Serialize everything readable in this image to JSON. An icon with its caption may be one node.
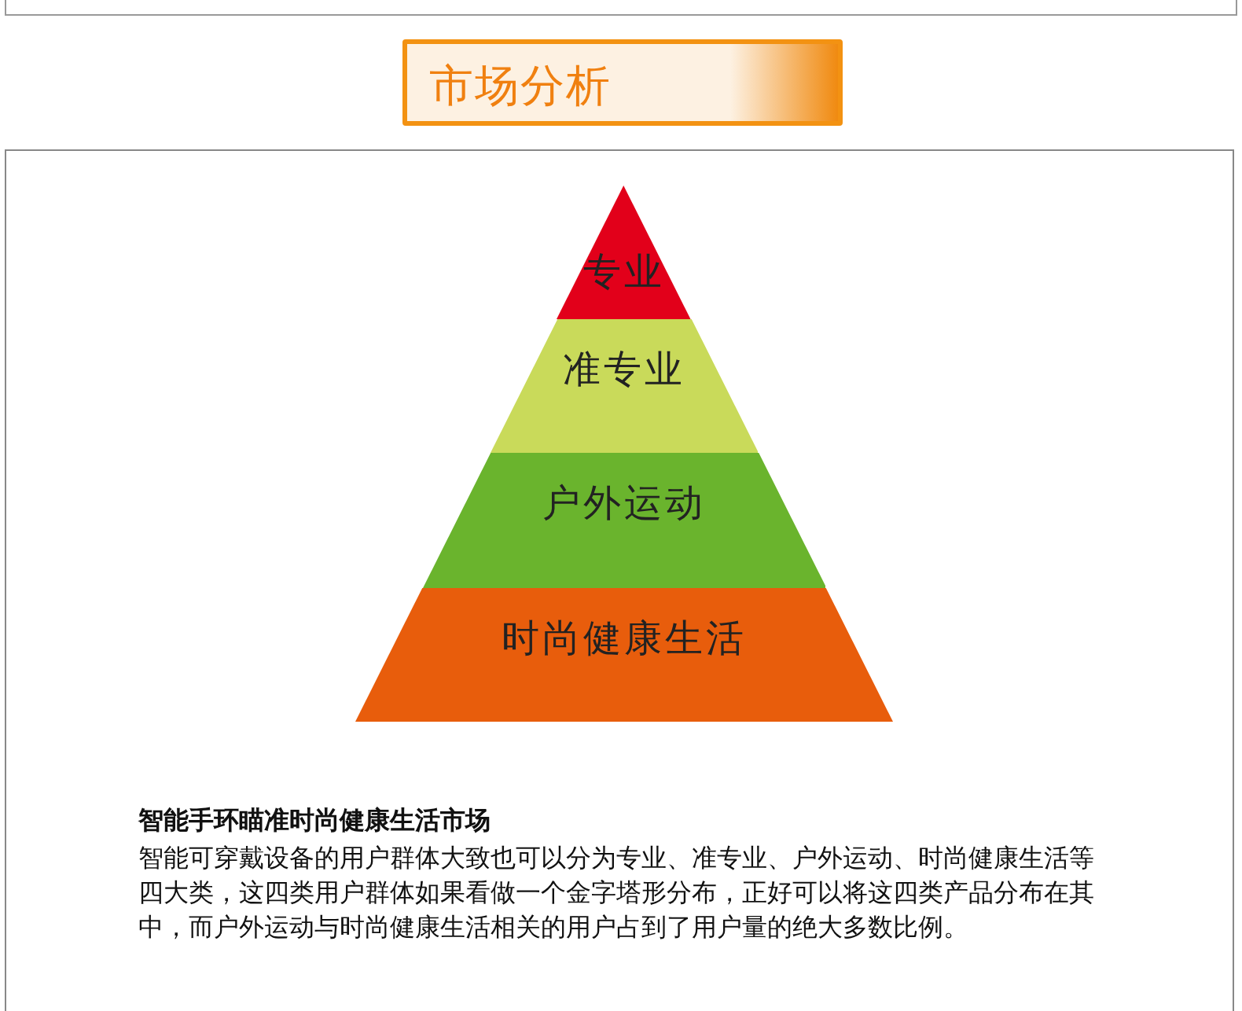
{
  "diagram": {
    "title": "市场分析",
    "nodes": [
      {
        "text": [
          "专业"
        ]
      },
      {
        "text": [
          "准专业"
        ]
      },
      {
        "text": [
          "户外运动"
        ]
      },
      {
        "text": [
          "时尚健康生活"
        ]
      }
    ],
    "edges": [],
    "labels": [
      "智能手环瞄准时尚健康生活市场",
      "智能可穿戴设备的用户群体大致也可以分为专业、准专业、户外运动、时尚健康生活等四大类，这四类用户群体如果看做一个金字塔形分布，正好可以将这四类产品分布在其中，而户外运动与时尚健康生活相关的用户占到了用户量的绝大多数比例。"
    ]
  }
}
